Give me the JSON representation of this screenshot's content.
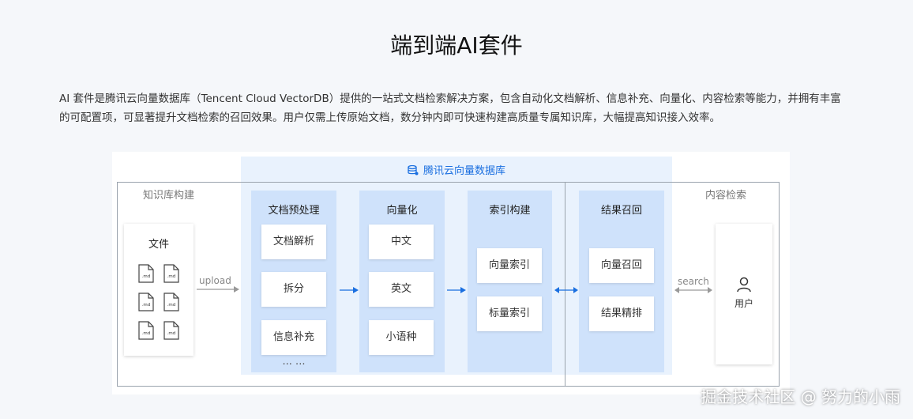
{
  "title": "端到端AI套件",
  "description": "AI 套件是腾讯云向量数据库（Tencent Cloud VectorDB）提供的一站式文档检索解决方案，包含自动化文档解析、信息补充、向量化、内容检索等能力，并拥有丰富的可配置项，可显著提升文档检索的召回效果。用户仅需上传原始文档，数分钟内即可快速构建高质量专属知识库，大幅提高知识接入效率。",
  "diagram": {
    "db_title": "腾讯云向量数据库",
    "left_section": "知识库构建",
    "right_section": "内容检索",
    "file_card": {
      "title": "文件",
      "icon_label": ".md"
    },
    "upload_label": "upload",
    "search_label": "search",
    "user_label": "用户",
    "columns": [
      {
        "title": "文档预处理",
        "items": [
          "文档解析",
          "拆分",
          "信息补充"
        ],
        "more": "... ..."
      },
      {
        "title": "向量化",
        "items": [
          "中文",
          "英文",
          "小语种"
        ]
      },
      {
        "title": "索引构建",
        "items": [
          "向量索引",
          "标量索引"
        ]
      },
      {
        "title": "结果召回",
        "items": [
          "向量召回",
          "结果精排"
        ]
      }
    ]
  },
  "watermark": "掘金技术社区 @ 努力的小雨"
}
